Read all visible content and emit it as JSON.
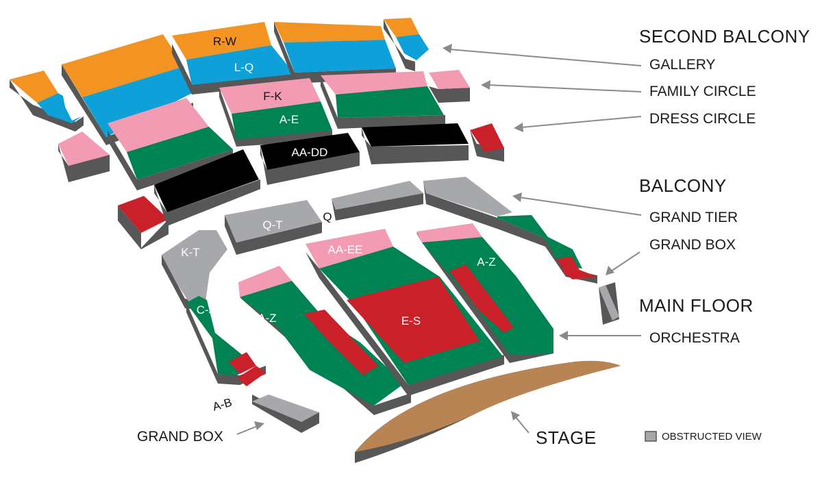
{
  "colors": {
    "orange": "#f39322",
    "blue": "#0ea0d9",
    "pink": "#f29bb3",
    "green": "#008352",
    "black": "#000000",
    "red": "#c9202a",
    "gray": "#a6a8ab",
    "stage": "#b98453",
    "side": "#575757"
  },
  "levels": {
    "second_balcony": "SECOND BALCONY",
    "gallery": "GALLERY",
    "family_circle": "FAMILY CIRCLE",
    "dress_circle": "DRESS CIRCLE",
    "balcony": "BALCONY",
    "grand_tier": "GRAND TIER",
    "grand_box_right": "GRAND BOX",
    "main_floor": "MAIN FLOOR",
    "orchestra": "ORCHESTRA",
    "grand_box_left": "GRAND BOX",
    "stage": "STAGE"
  },
  "rows": {
    "r_w": "R-W",
    "l_q": "L-Q",
    "f_k": "F-K",
    "a_e": "A-E",
    "aa_dd": "AA-DD",
    "q_t": "Q-T",
    "q": "Q",
    "aa_ee": "AA-EE",
    "k_t": "K-T",
    "c_j": "C-J",
    "a_z_left": "A-Z",
    "e_s": "E-S",
    "a_z_right": "A-Z",
    "a_b": "A-B"
  },
  "legend": {
    "obstructed_view": "OBSTRUCTED VIEW",
    "swatch_color": "#a6a8ab"
  }
}
